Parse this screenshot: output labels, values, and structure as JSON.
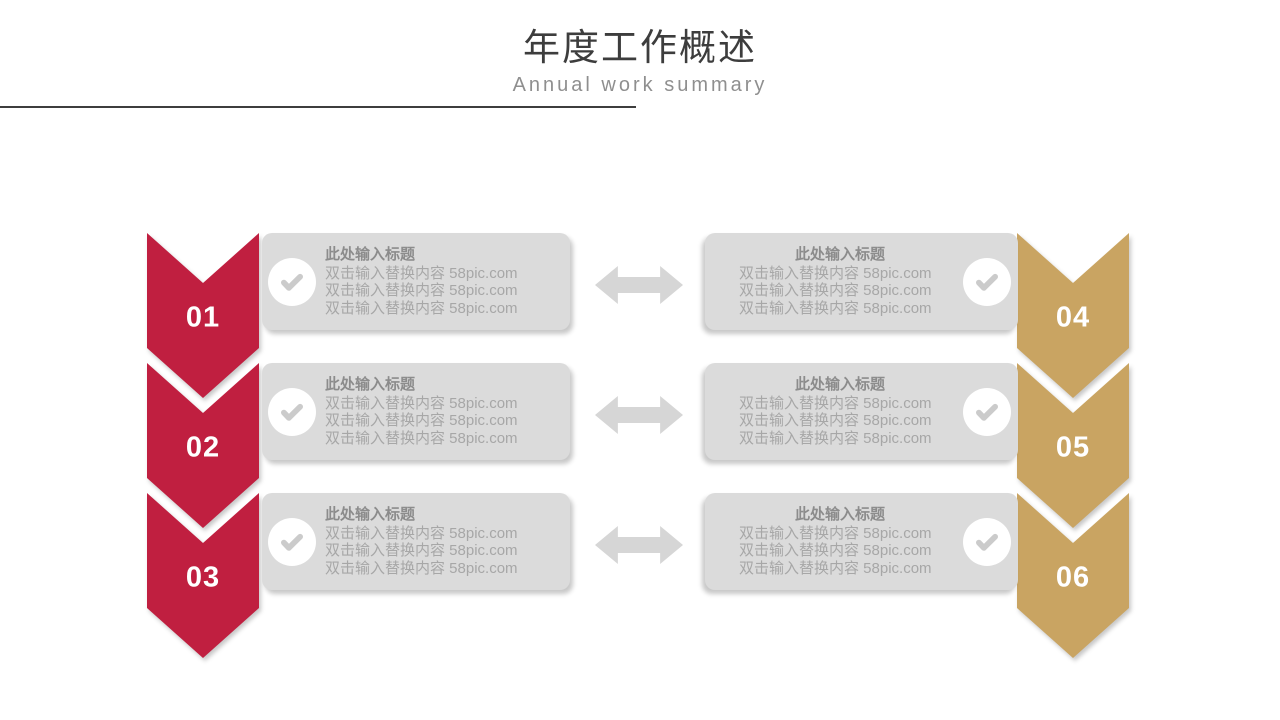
{
  "slide": {
    "title": "年度工作概述",
    "subtitle": "Annual work summary"
  },
  "rows": [
    {
      "left": {
        "number": "01",
        "title": "此处输入标题",
        "lines": [
          "双击输入替换内容 58pic.com",
          "双击输入替换内容 58pic.com",
          "双击输入替换内容 58pic.com"
        ]
      },
      "right": {
        "number": "04",
        "title": "此处输入标题",
        "lines": [
          "双击输入替换内容 58pic.com",
          "双击输入替换内容 58pic.com",
          "双击输入替换内容 58pic.com"
        ]
      }
    },
    {
      "left": {
        "number": "02",
        "title": "此处输入标题",
        "lines": [
          "双击输入替换内容 58pic.com",
          "双击输入替换内容 58pic.com",
          "双击输入替换内容 58pic.com"
        ]
      },
      "right": {
        "number": "05",
        "title": "此处输入标题",
        "lines": [
          "双击输入替换内容 58pic.com",
          "双击输入替换内容 58pic.com",
          "双击输入替换内容 58pic.com"
        ]
      }
    },
    {
      "left": {
        "number": "03",
        "title": "此处输入标题",
        "lines": [
          "双击输入替换内容 58pic.com",
          "双击输入替换内容 58pic.com",
          "双击输入替换内容 58pic.com"
        ]
      },
      "right": {
        "number": "06",
        "title": "此处输入标题",
        "lines": [
          "双击输入替换内容 58pic.com",
          "双击输入替换内容 58pic.com",
          "双击输入替换内容 58pic.com"
        ]
      }
    }
  ],
  "icons": {
    "check": "check-icon",
    "connector": "double-headed-arrow-icon"
  },
  "colors": {
    "red": "#c01f40",
    "gold": "#c9a462",
    "card_bg": "#dbdbdb",
    "arrow": "#d6d6d6",
    "title_text": "#3d3d3d",
    "subtitle_text": "#8f8f8f",
    "card_title_text": "#8c8c8c",
    "card_body_text": "#a7a7a7",
    "check_mark": "#cbcbcb"
  }
}
